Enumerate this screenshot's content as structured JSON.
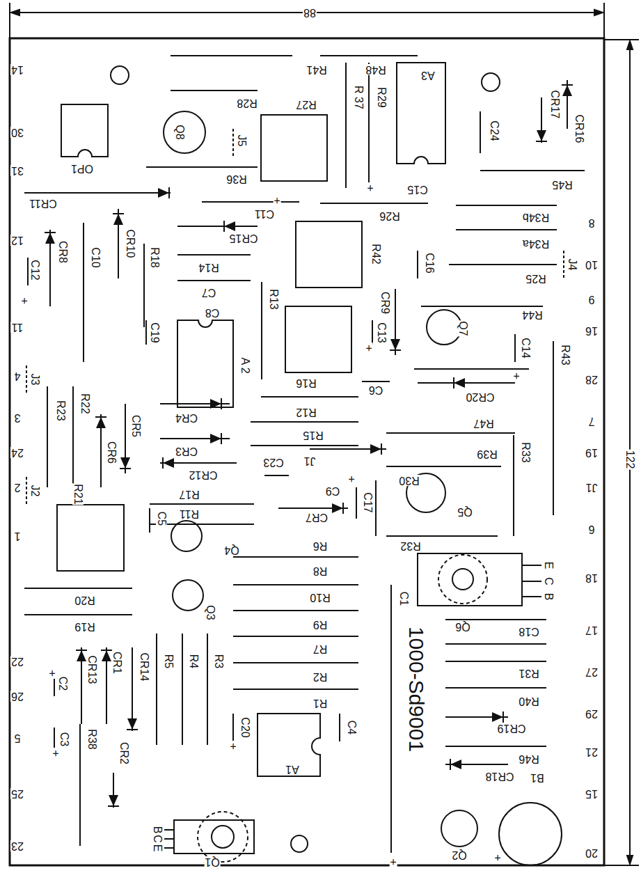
{
  "diagram": {
    "labels": [
      "88",
      "122",
      "1000-Sd9001",
      "14",
      "30",
      "31",
      "12",
      "11",
      "4",
      "3",
      "24",
      "2",
      "1",
      "22",
      "26",
      "5",
      "25",
      "23",
      "8",
      "10",
      "9",
      "16",
      "28",
      "7",
      "19",
      "J1",
      "6",
      "18",
      "17",
      "27",
      "29",
      "21",
      "15",
      "20",
      "J3",
      "J2",
      "J4",
      "J5",
      "R41",
      "R48",
      "A3",
      "CR16",
      "CR17",
      "R28",
      "R27",
      "R 37",
      "R29",
      "Q8",
      "C24",
      "OP1",
      "R36",
      "R45",
      "C15",
      "CR11",
      "C11",
      "R26",
      "R34b",
      "CR15",
      "C10",
      "CR10",
      "R18",
      "R42",
      "R34a",
      "C12",
      "CR8",
      "R14",
      "C16",
      "R25",
      "C7",
      "R13",
      "CR9",
      "C8",
      "R44",
      "C13",
      "Q7",
      "C19",
      "A 2",
      "C14",
      "R43",
      "R16",
      "C6",
      "CR20",
      "R23",
      "R22",
      "CR4",
      "R12",
      "R47",
      "CR5",
      "CR3",
      "R15",
      "R39",
      "R33",
      "C23",
      "J1",
      "CR6",
      "CR12",
      "R30",
      "C9",
      "C17",
      "R17",
      "R21",
      "CR7",
      "R11",
      "C5",
      "Q5",
      "Q4",
      "R6",
      "R32",
      "R8",
      "C1",
      "Q6",
      "R20",
      "R10",
      "Q3",
      "R19",
      "R9",
      "C18",
      "R7",
      "R5",
      "R4",
      "R3",
      "CR1",
      "CR13",
      "CR14",
      "C2",
      "R2",
      "R31",
      "R1",
      "R40",
      "C20",
      "C4",
      "CR19",
      "C3",
      "R38",
      "CR2",
      "A1",
      "R46",
      "CR18",
      "B1",
      "Q1",
      "Q2",
      "B",
      "C",
      "E",
      "E",
      "C",
      "B",
      "+",
      "+",
      "+",
      "+",
      "+",
      "+",
      "+",
      "+",
      "+",
      "+",
      "+"
    ]
  }
}
